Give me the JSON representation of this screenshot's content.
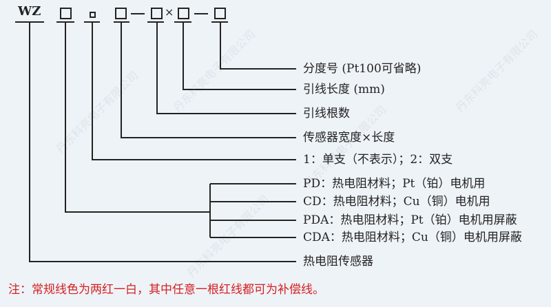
{
  "code": {
    "prefix": "WZ",
    "dash": "—",
    "times": "×"
  },
  "labels": [
    "分度号 (Pt100可省略)",
    "引线长度 (mm)",
    "引线根数",
    "传感器宽度×长度",
    "1：单支（不表示）；2：双支",
    "PD：热电阻材料；Pt（铂）电机用",
    "CD：热电阻材料；Cu（铜）电机用",
    "PDA：热电阻材料；Pt（铂）电机用屏蔽",
    "CDA：热电阻材料；Cu（铜）电机用屏蔽",
    "热电阻传感器"
  ],
  "note": "注：常规线色为两红一白，其中任意一根红线都可为补偿线。",
  "watermark": "丹东科亮电子有限公司",
  "colors": {
    "background": "#eef3f8",
    "line": "#222222",
    "note": "#d42020"
  }
}
